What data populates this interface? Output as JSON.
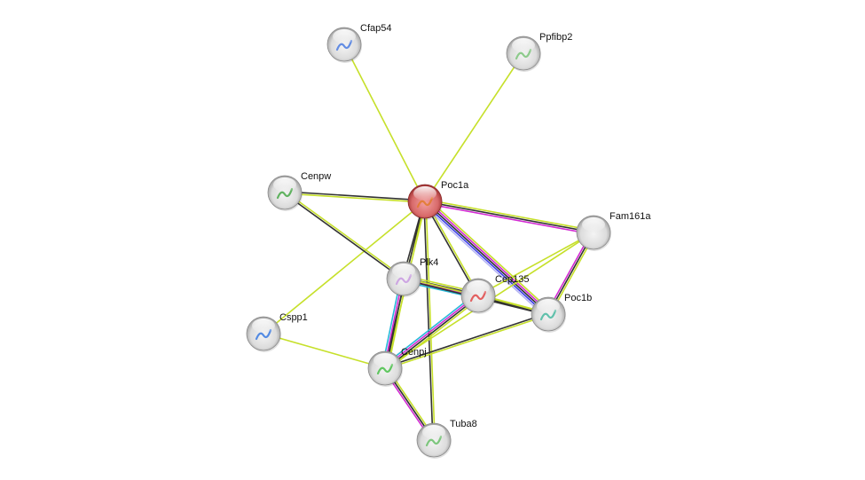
{
  "title": "Protein interaction network",
  "edge_colors": {
    "textmining": "#c6e02a",
    "coexpression": "#333333",
    "experiments": "#d22ad2",
    "databases": "#27b8d9",
    "cooccurrence": "#3a3ae6",
    "homology": "#b4b4f2"
  },
  "nodes": [
    {
      "id": "Poc1a",
      "label": "Poc1a",
      "query": true,
      "structure_color": "#e07a2a"
    },
    {
      "id": "Cfap54",
      "label": "Cfap54",
      "query": false,
      "structure_color": "#4a7be0"
    },
    {
      "id": "Ppfibp2",
      "label": "Ppfibp2",
      "query": false,
      "structure_color": "#7bc47a"
    },
    {
      "id": "Cenpw",
      "label": "Cenpw",
      "query": false,
      "structure_color": "#48a848"
    },
    {
      "id": "Fam161a",
      "label": "Fam161a",
      "query": false,
      "structure_color": ""
    },
    {
      "id": "Plk4",
      "label": "Plk4",
      "query": false,
      "structure_color": "#c89ae0"
    },
    {
      "id": "Cep135",
      "label": "Cep135",
      "query": false,
      "structure_color": "#e04848"
    },
    {
      "id": "Poc1b",
      "label": "Poc1b",
      "query": false,
      "structure_color": "#48b8a0"
    },
    {
      "id": "Cspp1",
      "label": "Cspp1",
      "query": false,
      "structure_color": "#3a7ae0"
    },
    {
      "id": "Cenpj",
      "label": "Cenpj",
      "query": false,
      "structure_color": "#48c048"
    },
    {
      "id": "Tuba8",
      "label": "Tuba8",
      "query": false,
      "structure_color": "#6ac06a"
    }
  ],
  "edges": [
    {
      "source": "Poc1a",
      "target": "Cfap54",
      "types": [
        "textmining"
      ]
    },
    {
      "source": "Poc1a",
      "target": "Ppfibp2",
      "types": [
        "textmining"
      ]
    },
    {
      "source": "Poc1a",
      "target": "Cenpw",
      "types": [
        "textmining",
        "coexpression"
      ]
    },
    {
      "source": "Poc1a",
      "target": "Fam161a",
      "types": [
        "textmining",
        "coexpression",
        "experiments"
      ]
    },
    {
      "source": "Poc1a",
      "target": "Plk4",
      "types": [
        "textmining",
        "coexpression"
      ]
    },
    {
      "source": "Poc1a",
      "target": "Cep135",
      "types": [
        "textmining",
        "coexpression"
      ]
    },
    {
      "source": "Poc1a",
      "target": "Poc1b",
      "types": [
        "textmining",
        "experiments",
        "coexpression",
        "cooccurrence",
        "homology"
      ]
    },
    {
      "source": "Poc1a",
      "target": "Cspp1",
      "types": [
        "textmining"
      ]
    },
    {
      "source": "Poc1a",
      "target": "Cenpj",
      "types": [
        "textmining",
        "coexpression"
      ]
    },
    {
      "source": "Poc1a",
      "target": "Tuba8",
      "types": [
        "textmining",
        "coexpression"
      ]
    },
    {
      "source": "Cenpw",
      "target": "Plk4",
      "types": [
        "textmining",
        "coexpression"
      ]
    },
    {
      "source": "Fam161a",
      "target": "Poc1b",
      "types": [
        "textmining",
        "coexpression",
        "experiments"
      ]
    },
    {
      "source": "Fam161a",
      "target": "Cep135",
      "types": [
        "textmining"
      ]
    },
    {
      "source": "Fam161a",
      "target": "Cenpj",
      "types": [
        "textmining"
      ]
    },
    {
      "source": "Plk4",
      "target": "Cep135",
      "types": [
        "textmining",
        "coexpression",
        "experiments",
        "databases"
      ]
    },
    {
      "source": "Plk4",
      "target": "Poc1b",
      "types": [
        "textmining",
        "coexpression"
      ]
    },
    {
      "source": "Plk4",
      "target": "Cenpj",
      "types": [
        "textmining",
        "coexpression",
        "experiments",
        "databases"
      ]
    },
    {
      "source": "Cep135",
      "target": "Poc1b",
      "types": [
        "textmining",
        "coexpression"
      ]
    },
    {
      "source": "Cep135",
      "target": "Cenpj",
      "types": [
        "textmining",
        "coexpression",
        "experiments",
        "databases"
      ]
    },
    {
      "source": "Poc1b",
      "target": "Cenpj",
      "types": [
        "textmining",
        "coexpression"
      ]
    },
    {
      "source": "Cspp1",
      "target": "Cenpj",
      "types": [
        "textmining"
      ]
    },
    {
      "source": "Cenpj",
      "target": "Tuba8",
      "types": [
        "textmining",
        "coexpression",
        "experiments"
      ]
    }
  ]
}
